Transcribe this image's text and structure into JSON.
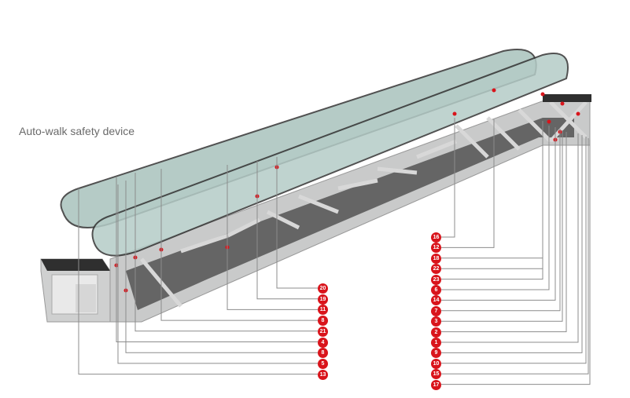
{
  "title": "Auto-walk safety device",
  "colors": {
    "marker": "#d9141b",
    "truss": "#c8c9c9",
    "leader": "#8c8c8c",
    "glass": "#a9c2bd"
  },
  "left_labels": [
    "20",
    "19",
    "11",
    "8",
    "21",
    "4",
    "8",
    "5",
    "13"
  ],
  "right_labels": [
    "16",
    "12",
    "18",
    "22",
    "23",
    "6",
    "14",
    "7",
    "3",
    "2",
    "1",
    "9",
    "10",
    "15",
    "17"
  ]
}
